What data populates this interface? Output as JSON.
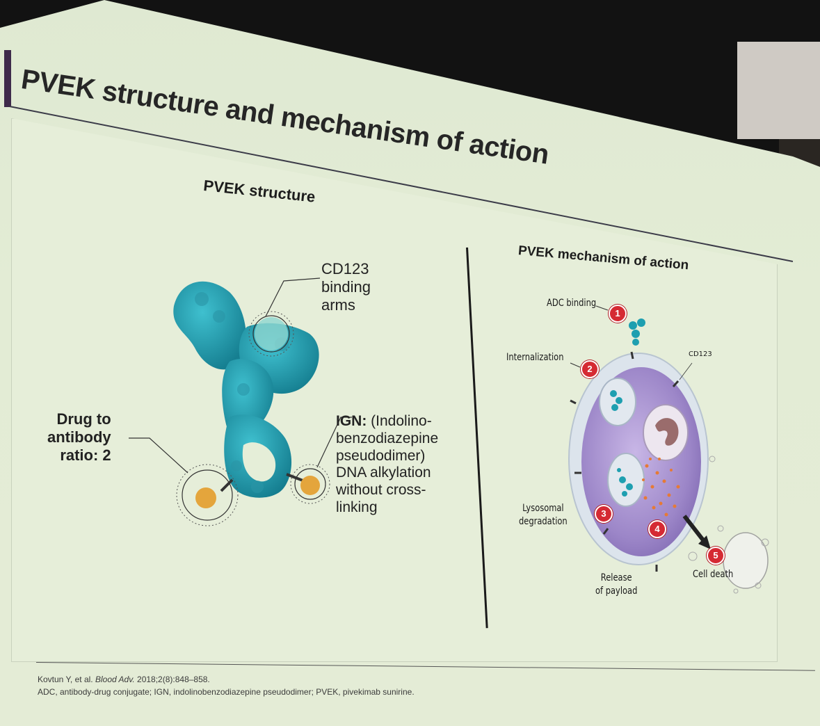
{
  "slide": {
    "title": "PVEK structure and mechanism of action"
  },
  "structure": {
    "heading": "PVEK structure",
    "cd123_label": [
      "CD123",
      "binding",
      "arms"
    ],
    "dar_label": [
      "Drug to",
      "antibody",
      "ratio: 2"
    ],
    "ign_label_bold": "IGN:",
    "ign_label": [
      "(Indolino-",
      "benzodiazepine",
      "pseudodimer)",
      "DNA alkylation",
      "without cross-",
      "linking"
    ]
  },
  "mechanism": {
    "heading": "PVEK mechanism of action",
    "steps": [
      {
        "number": "1",
        "label": "ADC binding"
      },
      {
        "number": "2",
        "label": "Internalization"
      },
      {
        "number": "3",
        "label": "Lysosomal degradation"
      },
      {
        "number": "4",
        "label": "Release of payload"
      },
      {
        "number": "5",
        "label": "Cell death"
      }
    ],
    "lysosomal_lines": [
      "Lysosomal",
      "degradation"
    ],
    "release_lines": [
      "Release",
      "of payload"
    ],
    "receptor_label": "CD123",
    "colors": {
      "badge": "#d52a33",
      "cell": "#9c86c8",
      "antibody": "#1e9fb0",
      "payload": "#e67a35"
    }
  },
  "footer": {
    "ref_authors": "Kovtun Y, et al.",
    "ref_journal": "Blood Adv.",
    "ref_details": "2018;2(8):848–858.",
    "abbreviations": "ADC, antibody-drug conjugate; IGN, indolinobenzodiazepine pseudodimer; PVEK, pivekimab sunirine."
  }
}
